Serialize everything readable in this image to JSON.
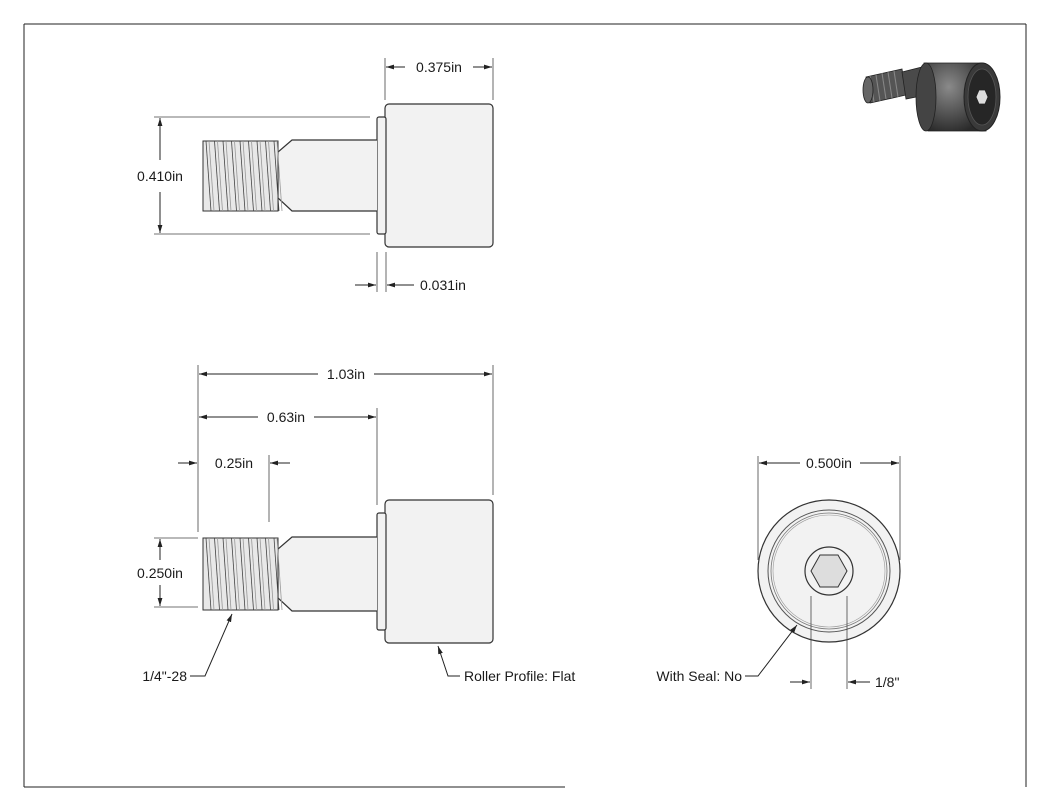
{
  "dimensions": {
    "head_length": "0.375in",
    "overall_diameter": "0.410in",
    "shoulder_gap": "0.031in",
    "overall_length": "1.03in",
    "stud_length": "0.63in",
    "thread_length": "0.25in",
    "stud_diameter": "0.250in",
    "roller_diameter": "0.500in",
    "hex_size": "1/8\""
  },
  "callouts": {
    "thread": "1/4\"-28",
    "roller_profile": "Roller Profile: Flat",
    "seal": "With Seal: No"
  },
  "colors": {
    "line": "#222222",
    "part_fill": "#f2f2f2",
    "iso_dark": "#3a3a3a"
  }
}
